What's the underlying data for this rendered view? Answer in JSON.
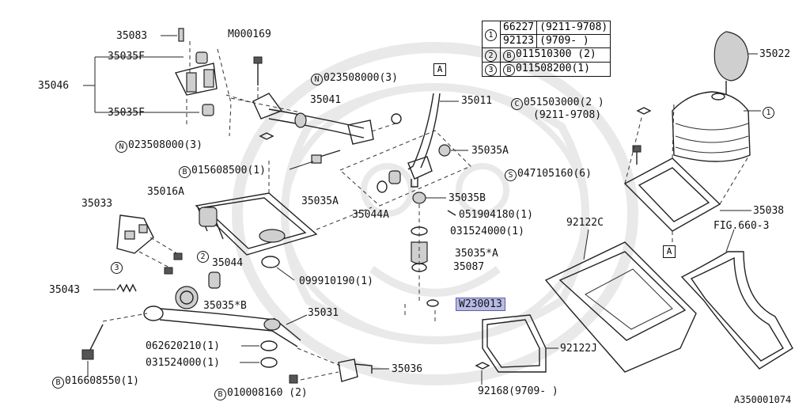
{
  "part_labels": {
    "p35083": "35083",
    "m000169": "M000169",
    "p35035f_top": "35035F",
    "p35046": "35046",
    "p35035f_bot": "35035F",
    "n023508000_left": "023508000(3)",
    "n023508000_top": "023508000(3)",
    "p35041": "35041",
    "p35011": "35011",
    "b015608500": "015608500(1)",
    "p35035a_right": "35035A",
    "p35016a": "35016A",
    "p35033": "35033",
    "p35035a_left": "35035A",
    "p35044a": "35044A",
    "p35035b": "35035B",
    "p051904180": "051904180(1)",
    "p031524000_top": "031524000(1)",
    "p35035sa": "35035*A",
    "p35087": "35087",
    "p099910190": "099910190(1)",
    "p35044": "35044",
    "p35043": "35043",
    "p35035sb": "35035*B",
    "p35031": "35031",
    "w230013": "W230013",
    "p062620210": "062620210(1)",
    "p031524000_bot": "031524000(1)",
    "b016608550": "016608550(1)",
    "p35036": "35036",
    "b010008160": "010008160 (2)",
    "p92122j": "92122J",
    "p92168": "92168(9709-    )",
    "p35022": "35022",
    "c051503000": "051503000(2  )",
    "c051503000_range": "(9211-9708)",
    "s047105160": "047105160(6)",
    "p35038": "35038",
    "p92122c": "92122C",
    "fig660": "FIG.660-3",
    "a350001074": "A350001074"
  },
  "markers": {
    "N": "N",
    "B": "B",
    "C": "C",
    "S": "S",
    "one": "1",
    "two": "2",
    "three": "3",
    "box_a": "A"
  },
  "ref_table": {
    "row1a_code": "66227",
    "row1a_range": "(9211-9708)",
    "row1b_code": "92123",
    "row1b_range": "(9709-      )",
    "row2": "011510300 (2)",
    "row3": "011508200(1)"
  },
  "colors": {
    "highlight": "#b8bbe6",
    "line": "#222222"
  }
}
